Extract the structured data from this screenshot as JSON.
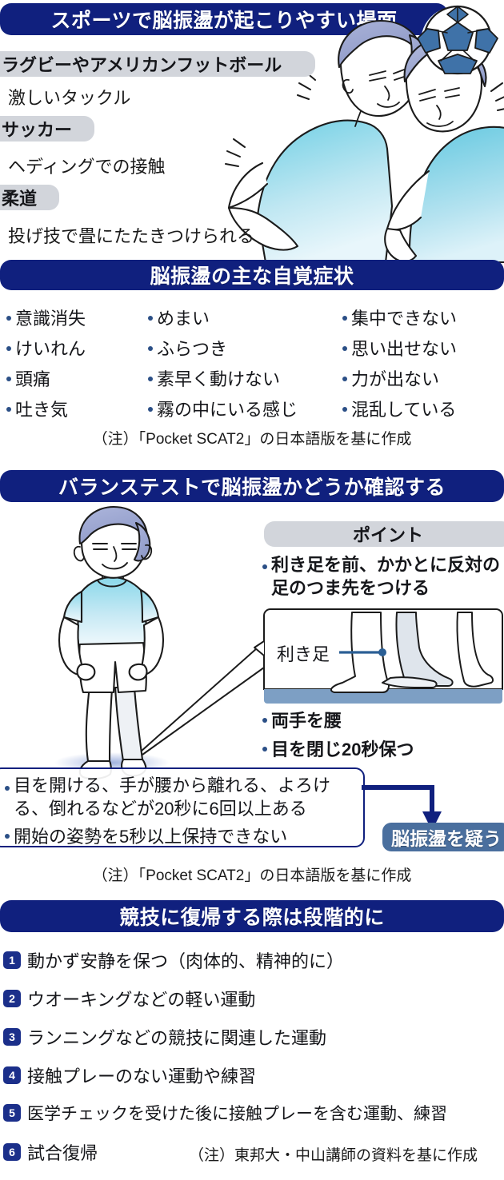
{
  "section1": {
    "title": "スポーツで脳振盪が起こりやすい場面",
    "entries": [
      {
        "sport": "ラグビーやアメリカンフットボール",
        "detail": "激しいタックル"
      },
      {
        "sport": "サッカー",
        "detail": "ヘディングでの接触"
      },
      {
        "sport": "柔道",
        "detail": "投げ技で畳にたたきつけられる"
      }
    ],
    "illustration": "two-players-head-collision-illustration"
  },
  "section2": {
    "title": "脳振盪の主な自覚症状",
    "columns": [
      [
        "意識消失",
        "けいれん",
        "頭痛",
        "吐き気"
      ],
      [
        "めまい",
        "ふらつき",
        "素早く動けない",
        "霧の中にいる感じ"
      ],
      [
        "集中できない",
        "思い出せない",
        "力が出ない",
        "混乱している"
      ]
    ],
    "source": "（注）「Pocket SCAT2」の日本語版を基に作成"
  },
  "section3": {
    "title": "バランステストで脳振盪かどうか確認する",
    "points_label": "ポイント",
    "points": [
      "利き足を前、かかとに反対の足のつま先をつける",
      "両手を腰",
      "目を閉じ20秒保つ"
    ],
    "inset_label": "利き足",
    "figure": "person-hands-on-hips-illustration",
    "feet_inset": "tandem-stance-feet-illustration",
    "fail_criteria": [
      "目を開ける、手が腰から離れる、よろける、倒れるなどが20秒に6回以上ある",
      "開始の姿勢を5秒以上保持できない"
    ],
    "result_badge": "脳振盪を疑う",
    "source": "（注）「Pocket SCAT2」の日本語版を基に作成"
  },
  "section4": {
    "title": "競技に復帰する際は段階的に",
    "steps": [
      {
        "n": "1",
        "text": "動かず安静を保つ（肉体的、精神的に）"
      },
      {
        "n": "2",
        "text": "ウオーキングなどの軽い運動"
      },
      {
        "n": "3",
        "text": "ランニングなどの競技に関連した運動"
      },
      {
        "n": "4",
        "text": "接触プレーのない運動や練習"
      },
      {
        "n": "5",
        "text": "医学チェックを受けた後に接触プレーを含む運動、練習"
      },
      {
        "n": "6",
        "text": "試合復帰"
      }
    ],
    "source": "（注）東邦大・中山講師の資料を基に作成"
  },
  "colors": {
    "navy": "#10207e",
    "steel": "#4a6f9e",
    "pill_gray": "#d2d5db",
    "bullet": "#2b4f86",
    "shirt_cyan": "#7fd4e8",
    "hair": "#9fa9d4"
  }
}
